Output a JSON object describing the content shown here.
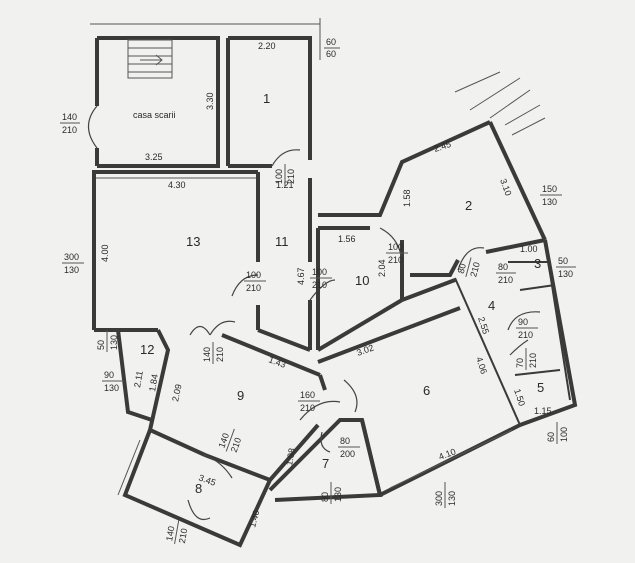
{
  "rooms": {
    "r1": "1",
    "r2": "2",
    "r3": "3",
    "r4": "4",
    "r5": "5",
    "r6": "6",
    "r7": "7",
    "r8": "8",
    "r9": "9",
    "r10": "10",
    "r11": "11",
    "r12": "12",
    "r13": "13",
    "stair": "casa scarii"
  },
  "dims": {
    "d220": "2.20",
    "d330": "3.30",
    "d325": "3.25",
    "d430": "4.30",
    "d400": "4.00",
    "d121": "1.21",
    "d467": "4.67",
    "d156": "1.56",
    "d204": "2.04",
    "d158": "1.58",
    "d245": "2.45",
    "d310": "3.10",
    "d100a": "1.00",
    "d255": "2.55",
    "d406": "4.06",
    "d150": "1.50",
    "d115": "1.15",
    "d302": "3.02",
    "d143": "1.43",
    "d209": "2.09",
    "d211": "2.11",
    "d184": "1.84",
    "d345": "3.45",
    "d198": "1.98",
    "d410": "4.10",
    "d140": "1.40"
  },
  "openings": {
    "o60": [
      "60",
      "60"
    ],
    "o140s": [
      "140",
      "210"
    ],
    "o100a": [
      "100",
      "210"
    ],
    "o300": [
      "300",
      "130"
    ],
    "o100b": [
      "100",
      "210"
    ],
    "o100c": [
      "100",
      "210"
    ],
    "o100d": [
      "100",
      "210"
    ],
    "o150": [
      "150",
      "130"
    ],
    "o50": [
      "50",
      "130"
    ],
    "o80": [
      "80",
      "210"
    ],
    "o90a": [
      "90",
      "210"
    ],
    "o80b": [
      "80",
      "210"
    ],
    "o70": [
      "70",
      "210"
    ],
    "o5090": [
      "50",
      "130"
    ],
    "o90b": [
      "90",
      "130"
    ],
    "o140b": [
      "140",
      "210"
    ],
    "o160": [
      "160",
      "210"
    ],
    "o60b": [
      "60",
      "100"
    ],
    "o80c": [
      "80",
      "200"
    ],
    "o80d": [
      "80",
      "130"
    ],
    "o300b": [
      "300",
      "130"
    ],
    "o140c": [
      "140",
      "210"
    ],
    "o140d": [
      "140",
      "210"
    ]
  }
}
